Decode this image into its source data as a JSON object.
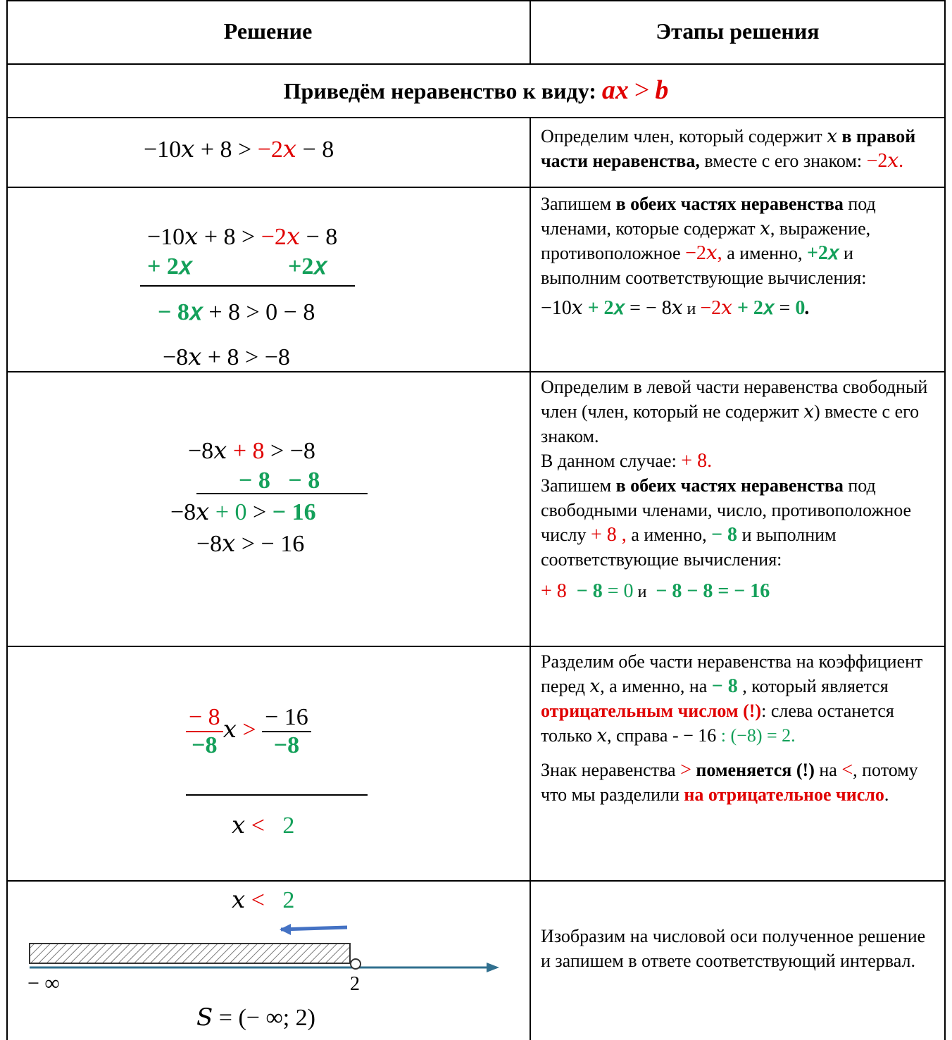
{
  "header": {
    "col1": "Решение",
    "col2": "Этапы решения"
  },
  "subheader": {
    "text": "Приведём неравенство к виду:",
    "form_a": "ax",
    "form_op": ">",
    "form_b": "b"
  },
  "rows": [
    {
      "lhs": "−10𝑥 + 8 > ",
      "red": "−2𝑥",
      "tail": " − 8",
      "expl": {
        "p1": "Определим член, который содержит ",
        "x": "𝑥",
        "bold1": " в правой части неравенства,",
        "p2": " вместе с его знаком: ",
        "red": "−2𝑥."
      }
    },
    {
      "line1_a": "−10𝑥 + 8 > ",
      "line1_red": "−2𝑥",
      "line1_b": " − 8",
      "line2_a": "+ 2𝑥",
      "line2_b": "+2𝑥",
      "line3_green": "− 8𝑥",
      "line3_rest": " + 8 > 0 − 8",
      "line4": "−8𝑥 + 8 > −8",
      "expl": {
        "p1": "Запишем ",
        "bold1": "в обеих частях неравенства",
        "p2": " под членами, которые содержат ",
        "x": "𝑥",
        "p3": ", выражение, противоположное ",
        "red": "−2𝑥,",
        "p4": " а именно, ",
        "green": "+2𝑥",
        "p5": "  и выполним соответствующие вычисления:",
        "calc_a": "−10𝑥 ",
        "calc_g1": "+ 2𝑥",
        "calc_b": " = − 8𝑥",
        "calc_c": " и ",
        "calc_red": "−2𝑥",
        "calc_g2": " + 2𝑥",
        "calc_d": " = ",
        "calc_g3": "0",
        "calc_e": "."
      }
    },
    {
      "line1_a": "−8𝑥 ",
      "line1_red": "+ 8",
      "line1_b": " > −8",
      "line2": "− 8   − 8",
      "line3_a": "−8𝑥 ",
      "line3_g1": "+ 0",
      "line3_b": " > ",
      "line3_g2": "− 16",
      "line4": "−8𝑥 > − 16",
      "expl": {
        "p1": "Определим в левой части неравенства свободный член (член, который не содержит ",
        "x": "𝑥",
        "p2": ") вместе с его знаком.",
        "p3": "В данном случае: ",
        "red1": "+ 8.",
        "p4": "Запишем ",
        "bold1": "в обеих частях неравенства",
        "p5": " под свободными членами, число, противоположное числу ",
        "red2": " + 8 ,",
        "p6": " а именно, ",
        "green1": "− 8",
        "p7": "  и выполним соответствующие вычисления:",
        "calc_r": "+ 8",
        "calc_g1": "  − 8",
        "calc_a": " = 0",
        "calc_b": " и ",
        "calc_g2": " − 8 − 8 = − 16"
      }
    },
    {
      "frac1_num": "− 8",
      "frac1_den": "−8",
      "x": "𝑥",
      "gt": ">",
      "frac2_num": "− 16",
      "frac2_den": "−8",
      "res_x": "𝑥",
      "res_lt": "<",
      "res_val": "2",
      "expl": {
        "p1": "Разделим обе части неравенства на коэффициент перед ",
        "x": "𝑥",
        "p2": ", а именно, на ",
        "green1": "− 8",
        "p3": " , который является ",
        "red_b": "отрицательным числом (!)",
        "p4": ": слева останется только ",
        "x2": "𝑥",
        "p5": ", справа -  − 16 ",
        "green2": ": (−8) =  2.",
        "q1": "Знак неравенства ",
        "q_gt": ">",
        "q_bold": " поменяется (!)",
        "q2": " на ",
        "q_lt": "<",
        "q3": ", потому что мы разделили ",
        "q_red_b": "на отрицательное число",
        "q4": "."
      }
    },
    {
      "res_x": "𝑥",
      "res_lt": "<",
      "res_val": "2",
      "axis_left": "− ∞",
      "axis_point": "2",
      "answer": "𝑆 = (− ∞; 2)",
      "expl": "Изобразим на числовой оси полученное решение и запишем в ответе соответствующий интервал."
    }
  ]
}
